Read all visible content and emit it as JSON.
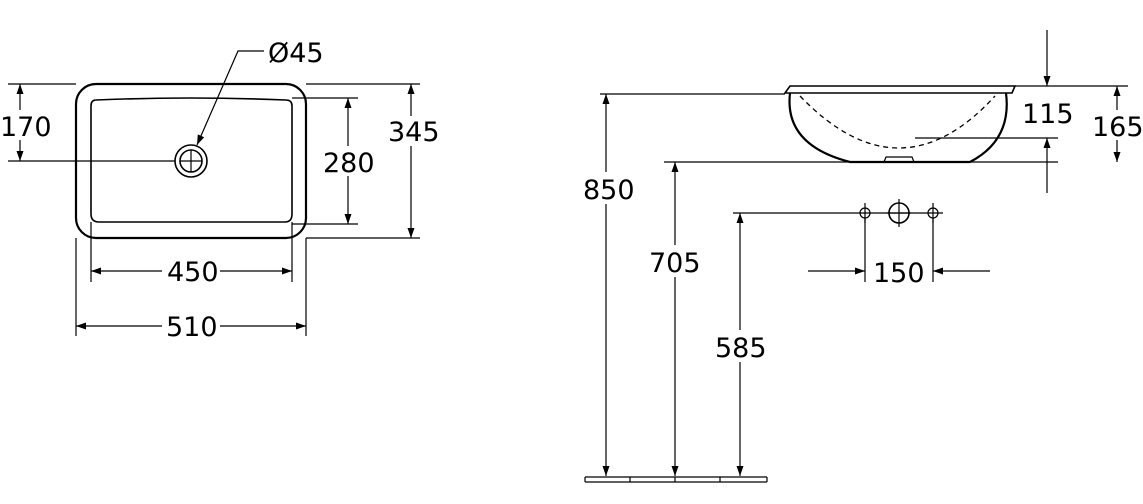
{
  "plan_view": {
    "drain_diameter_label": "Ø45",
    "offset_to_drain": "170",
    "inner_depth": "280",
    "outer_depth": "345",
    "inner_width": "450",
    "outer_width": "510"
  },
  "side_view": {
    "rim_height": "850",
    "bowl_bottom_height": "705",
    "tap_hole_height": "585",
    "bowl_depth": "115",
    "overall_height": "165",
    "tap_spacing": "150"
  }
}
